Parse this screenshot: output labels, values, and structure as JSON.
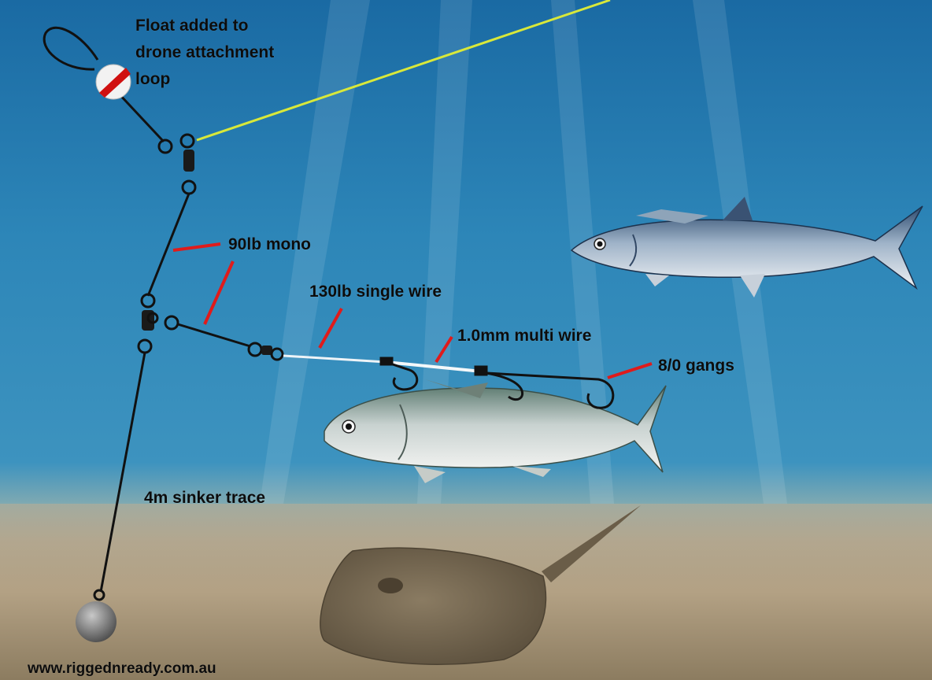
{
  "labels": {
    "float_line1": "Float added to",
    "float_line2": "drone attachment",
    "float_line3": "loop",
    "mono": "90lb mono",
    "single_wire": "130lb single wire",
    "multi_wire": "1.0mm multi wire",
    "gangs": "8/0 gangs",
    "sinker_trace": "4m sinker trace",
    "website": "www.riggednready.com.au"
  },
  "colors": {
    "water_top": "#1d6fa8",
    "water_mid": "#2f88b8",
    "sand": "#b9a88a",
    "drone_line": "#d8e83a",
    "callout_red": "#e01b1b",
    "float_red": "#d01010",
    "text": "#0c0c0c"
  },
  "icons": [
    "float-icon",
    "swivel-icon",
    "sinker-icon",
    "hook-icon",
    "bait-fish",
    "mackerel",
    "stingray"
  ]
}
